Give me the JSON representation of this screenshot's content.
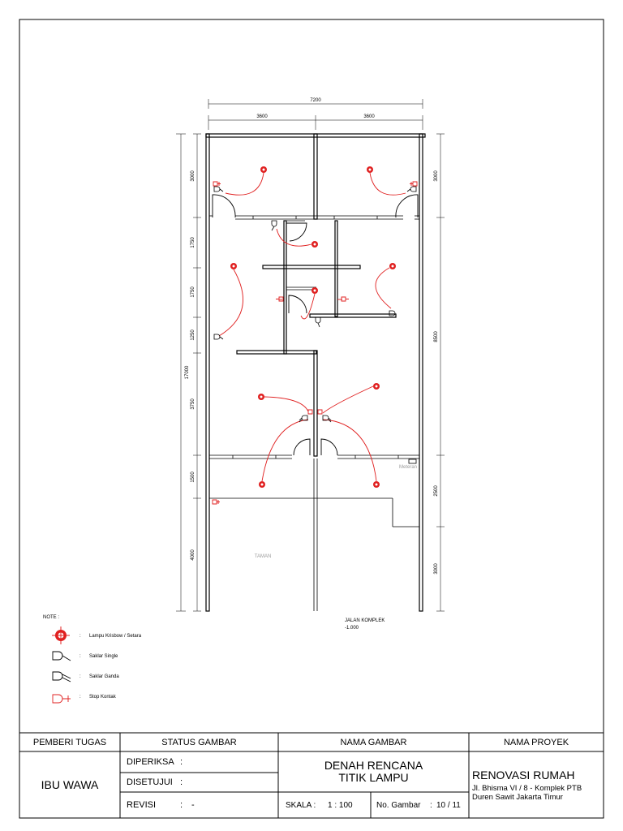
{
  "dimensions": {
    "overall_width": "7200",
    "half_left": "3600",
    "half_right": "3600",
    "overall_height": "17000",
    "left_segments": [
      "3000",
      "1750",
      "1750",
      "1250",
      "3750",
      "1500",
      "4000"
    ],
    "right_segments": [
      "3000",
      "8500",
      "2500",
      "3000"
    ]
  },
  "plan_labels": {
    "meter": "Meteran",
    "garden": "TAMAN",
    "road_name": "JALAN KOMPLEK",
    "road_level": "-1.000"
  },
  "legend": {
    "title": "NOTE :",
    "items": [
      {
        "icon": "lamp-symbol-icon",
        "separator": ":",
        "label": "Lampu Krisbow / Setara"
      },
      {
        "icon": "single-switch-symbol-icon",
        "separator": ":",
        "label": "Saklar Single"
      },
      {
        "icon": "double-switch-symbol-icon",
        "separator": ":",
        "label": "Saklar Ganda"
      },
      {
        "icon": "socket-outlet-symbol-icon",
        "separator": ":",
        "label": "Stop Kontak"
      }
    ]
  },
  "title_block": {
    "headers": {
      "owner": "PEMBERI TUGAS",
      "status": "STATUS GAMBAR",
      "drawing": "NAMA GAMBAR",
      "project": "NAMA PROYEK"
    },
    "owner_name": "IBU WAWA",
    "status_rows": [
      {
        "label": "DIPERIKSA",
        "sep": ":",
        "value": ""
      },
      {
        "label": "DISETUJUI",
        "sep": ":",
        "value": ""
      },
      {
        "label": "REVISI",
        "sep": ":",
        "value": "-"
      }
    ],
    "drawing_name_line1": "DENAH RENCANA",
    "drawing_name_line2": "TITIK LAMPU",
    "scale_label": "SKALA :",
    "scale_value": "1 : 100",
    "drawing_no_label": "No. Gambar",
    "drawing_no_sep": ":",
    "drawing_no_value": "10 / 11",
    "project_name": "RENOVASI RUMAH",
    "project_address_line1": "Jl. Bhisma VI / 8 - Komplek PTB",
    "project_address_line2": "Duren Sawit Jakarta Timur"
  },
  "colors": {
    "electrical": "#e02020",
    "lines": "#000000",
    "meter_label": "#9a9a9a",
    "garden_label": "#9a9a9a"
  }
}
